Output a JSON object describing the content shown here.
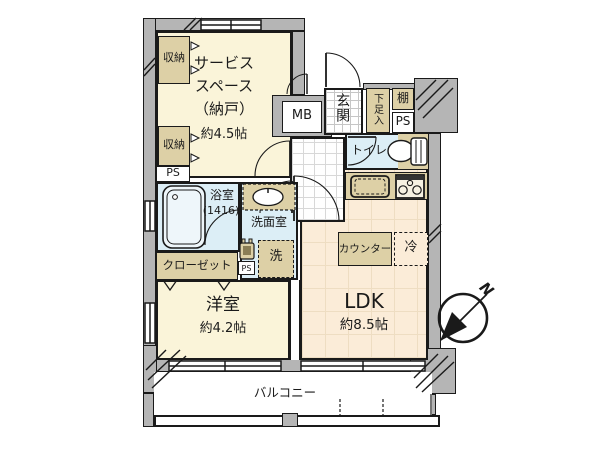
{
  "rooms": {
    "service_space": {
      "name_line1": "サービス",
      "name_line2": "スペース",
      "name_line3": "（納戸）",
      "area": "約4.5帖"
    },
    "western_room": {
      "name": "洋室",
      "area": "約4.2帖"
    },
    "ldk": {
      "name": "LDK",
      "area": "約8.5帖"
    },
    "entrance": {
      "name": "玄関"
    },
    "toilet": {
      "name": "トイレ"
    },
    "bathroom": {
      "name": "浴室",
      "size": "(1416)"
    },
    "washroom": {
      "name": "洗面室"
    },
    "balcony": {
      "name": "バルコニー"
    }
  },
  "storage": {
    "closet1": "収納",
    "closet2": "収納",
    "wardrobe": "クローゼット",
    "shoe_box": "下足入",
    "shelf": "棚"
  },
  "utilities": {
    "meter_box": "MB",
    "pipe_space1": "PS",
    "pipe_space2": "PS",
    "pipe_space3": "PS",
    "washer": "洗",
    "fridge": "冷",
    "counter": "カウンター"
  },
  "compass": {
    "north": "N"
  },
  "colors": {
    "wall_gray": "#b5b5b5",
    "room_cream": "#faf4d9",
    "room_peach": "#fbecd8",
    "wet_blue": "#dceef6",
    "fixture_tan": "#ddd0a6",
    "line": "#1a1a1a"
  }
}
